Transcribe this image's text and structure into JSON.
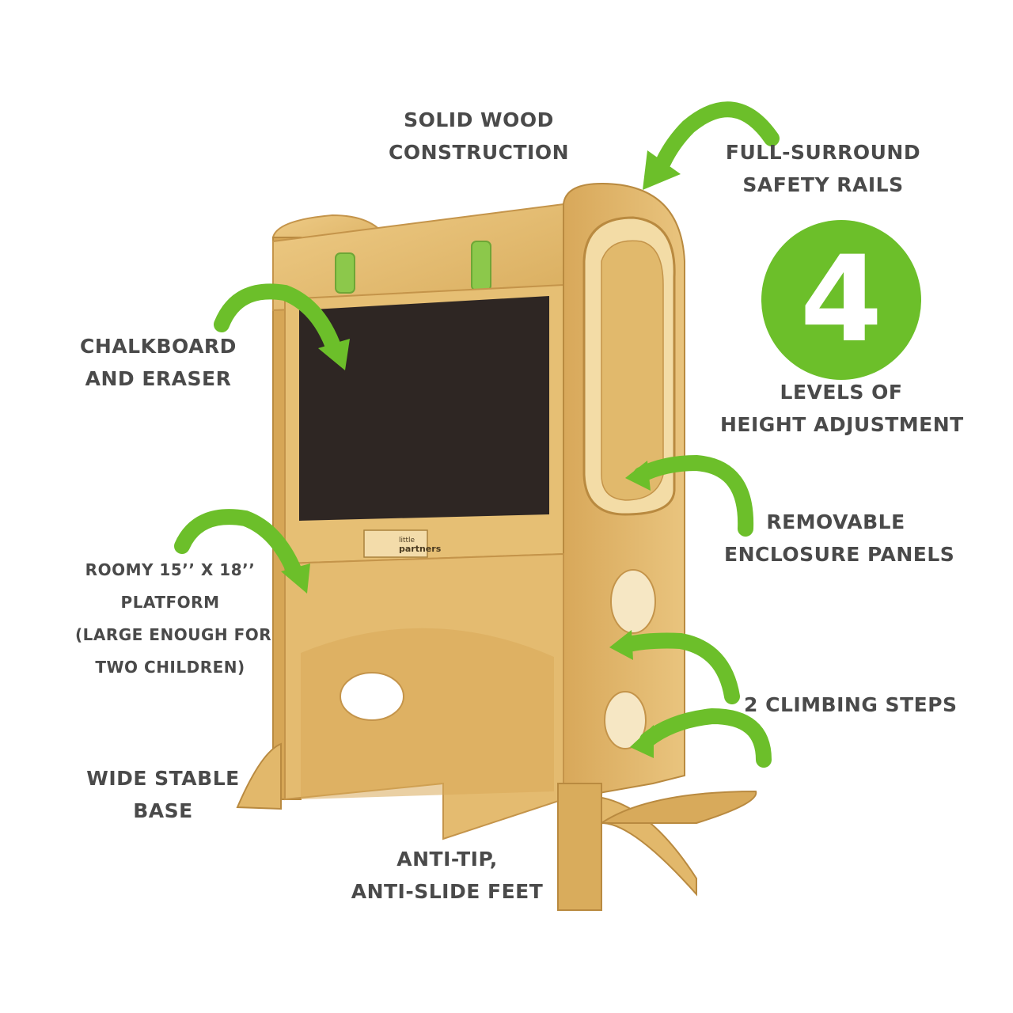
{
  "labels": {
    "solid_wood": [
      "SOLID WOOD",
      "CONSTRUCTION"
    ],
    "safety_rails": [
      "FULL-SURROUND",
      "SAFETY RAILS"
    ],
    "chalkboard": [
      "CHALKBOARD",
      "AND ERASER"
    ],
    "height_levels": [
      "LEVELS OF",
      "HEIGHT ADJUSTMENT"
    ],
    "removable_panels": [
      "REMOVABLE",
      "ENCLOSURE PANELS"
    ],
    "platform": [
      "ROOMY 15’’ X 18’’",
      "PLATFORM",
      "(LARGE ENOUGH FOR",
      "TWO CHILDREN)"
    ],
    "climbing_steps": [
      "2 CLIMBING STEPS"
    ],
    "stable_base": [
      "WIDE STABLE",
      "BASE"
    ],
    "feet": [
      "ANTI-TIP,",
      "ANTI-SLIDE FEET"
    ]
  },
  "badge": {
    "number": "4",
    "color": "#6cbf2a"
  },
  "brand": {
    "line1": "little",
    "line2": "partners"
  },
  "colors": {
    "arrow_green": "#6cbf2a",
    "label_gray": "#4a4a4a",
    "wood_light": "#e8c27a",
    "wood_mid": "#d9ad5e",
    "wood_dark": "#c4944a",
    "chalkboard": "#2e2623",
    "handle_green": "#8cc84b"
  },
  "icons": [
    "curved-arrow-icon"
  ]
}
